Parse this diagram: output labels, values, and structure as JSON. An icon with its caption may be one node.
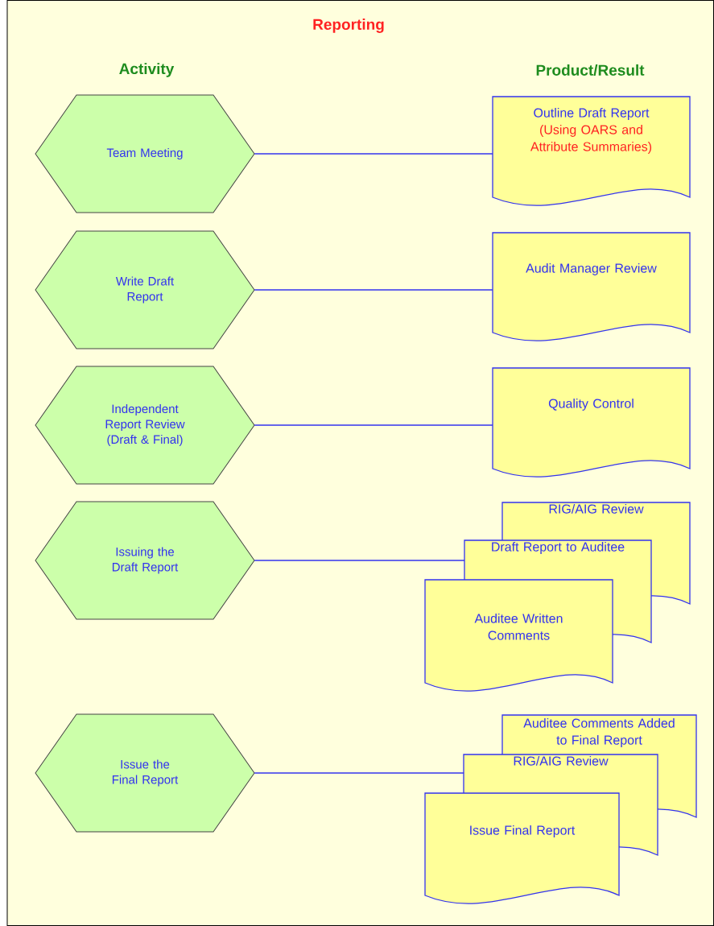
{
  "diagram": {
    "title": "Reporting",
    "nodes": [
      {
        "text": [
          "Team Meeting"
        ]
      },
      {
        "text": [
          "Outline Draft Report",
          "(Using OARS and Attribute Summaries)"
        ]
      },
      {
        "text": [
          "Write Draft Report"
        ]
      },
      {
        "text": [
          "Audit Manager Review"
        ]
      },
      {
        "text": [
          "Independent Report Review (Draft & Final)"
        ]
      },
      {
        "text": [
          "Quality Control"
        ]
      },
      {
        "text": [
          "Issuing the Draft Report"
        ]
      },
      {
        "text": [
          "RIG/AIG Review"
        ]
      },
      {
        "text": [
          "Draft Report to Auditee"
        ]
      },
      {
        "text": [
          "Auditee Written Comments"
        ]
      },
      {
        "text": [
          "Issue the Final Report"
        ]
      },
      {
        "text": [
          "Auditee Comments Added to Final Report"
        ]
      },
      {
        "text": [
          "RIG/AIG Review"
        ]
      },
      {
        "text": [
          "Issue Final Report"
        ]
      }
    ],
    "edges": [
      {
        "from": 0,
        "to": 1,
        "arrow": "none"
      },
      {
        "from": 2,
        "to": 3,
        "arrow": "none"
      },
      {
        "from": 4,
        "to": 5,
        "arrow": "none"
      },
      {
        "from": 6,
        "to": 8,
        "arrow": "none"
      },
      {
        "from": 10,
        "to": 12,
        "arrow": "none"
      }
    ],
    "labels": [
      "Activity",
      "Product/Result"
    ]
  }
}
